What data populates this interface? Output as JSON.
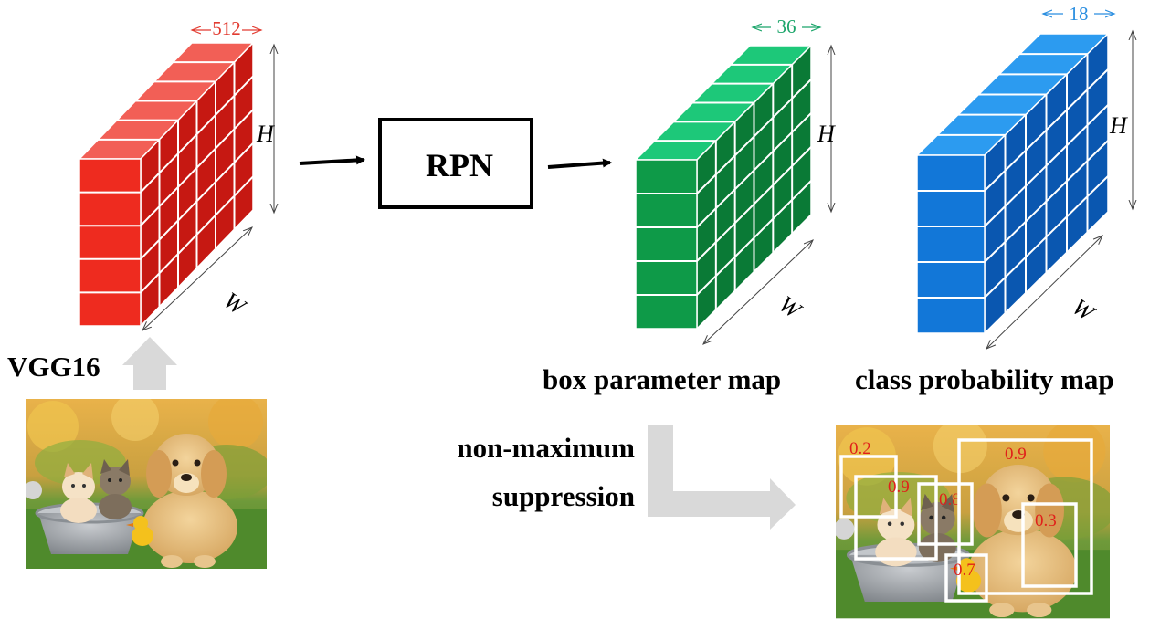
{
  "figure": {
    "tensors": [
      {
        "id": "feature-map",
        "depth_label": "512",
        "height_label": "H",
        "width_label": "W",
        "color": {
          "face": "#ee2b1f",
          "top": "#f25f56",
          "side": "#c61812",
          "line": "#ffffff",
          "accent": "#e23b30"
        }
      },
      {
        "id": "box-parameter-map",
        "depth_label": "36",
        "height_label": "H",
        "width_label": "W",
        "color": {
          "face": "#0e9a48",
          "top": "#1dc879",
          "side": "#0a7a36",
          "line": "#ffffff",
          "accent": "#1ba56a"
        }
      },
      {
        "id": "class-probability-map",
        "depth_label": "18",
        "height_label": "H",
        "width_label": "W",
        "color": {
          "face": "#1277d8",
          "top": "#2c9bf0",
          "side": "#0a57b0",
          "line": "#ffffff",
          "accent": "#2a8ee0"
        }
      }
    ],
    "rpn_label": "RPN",
    "vgg_label": "VGG16",
    "box_map_label": "box parameter map",
    "class_map_label": "class probability map",
    "nms_label_line1": "non-maximum",
    "nms_label_line2": "suppression",
    "detections": [
      {
        "score": "0.2"
      },
      {
        "score": "0.9"
      },
      {
        "score": "0.8"
      },
      {
        "score": "0.9"
      },
      {
        "score": "0.3"
      },
      {
        "score": "0.7"
      }
    ],
    "score_color": "#e0201a",
    "gray_arrow_color": "#d9d9d9"
  }
}
